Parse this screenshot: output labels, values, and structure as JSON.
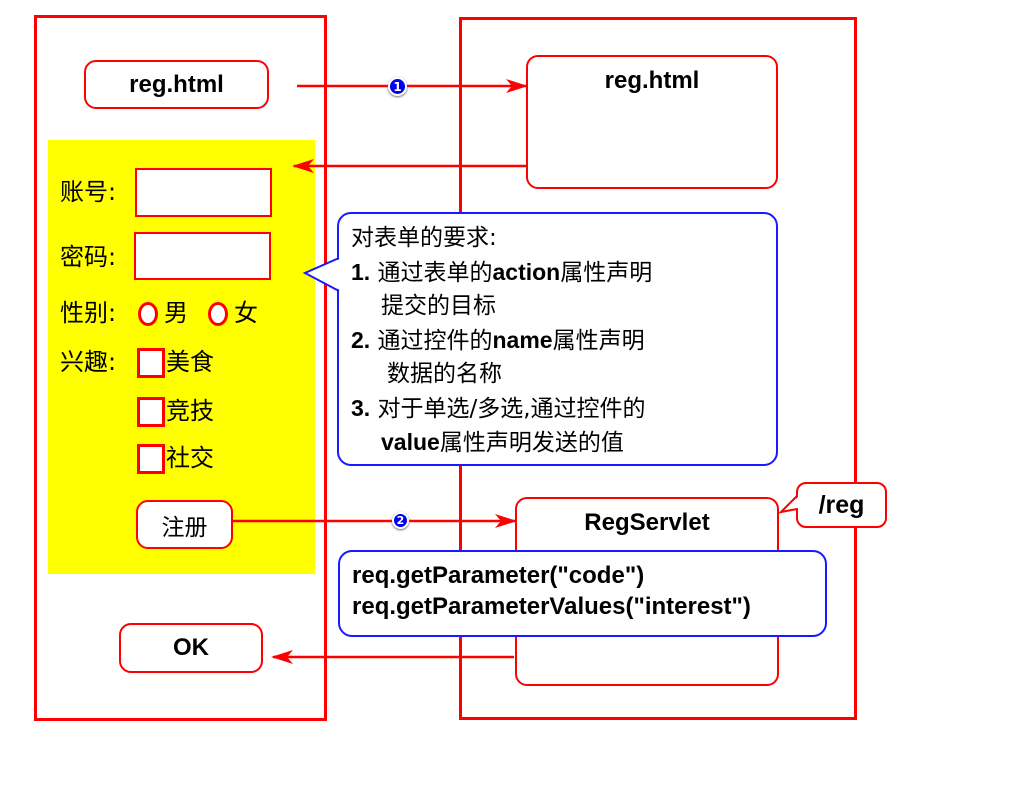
{
  "browser": {
    "link_label": "reg.html",
    "form": {
      "fields": [
        {
          "label": "账号:",
          "type": "text",
          "value": ""
        },
        {
          "label": "密码:",
          "type": "password",
          "value": ""
        }
      ],
      "gender": {
        "label": "性别:",
        "options": [
          "男",
          "女"
        ]
      },
      "interest": {
        "label": "兴趣:",
        "options": [
          "美食",
          "竞技",
          "社交"
        ]
      },
      "submit_label": "注册"
    },
    "result_label": "OK"
  },
  "server": {
    "page_label": "reg.html",
    "servlet_label": "RegServlet",
    "servlet_path": "/reg",
    "code_lines": [
      "req.getParameter(\"code\")",
      "req.getParameterValues(\"interest\")"
    ]
  },
  "steps": [
    "1",
    "2"
  ],
  "requirements_note": {
    "title": "对表单的要求:",
    "items": [
      {
        "num": "1.",
        "pre": "通过表单的",
        "keyword": "action",
        "post": "属性声明",
        "cont": "提交的目标"
      },
      {
        "num": "2.",
        "pre": "通过控件的",
        "keyword": "name",
        "post": "属性声明",
        "cont": "数据的名称"
      },
      {
        "num": "3.",
        "pre": "对于单选/多选,通过控件的",
        "keyword": "value",
        "post": "属性声明发送的值",
        "cont": ""
      }
    ]
  },
  "colors": {
    "frame": "#ff0000",
    "highlight": "#ffff00",
    "callout": "#1a1aff",
    "step_badge": "#0000ff"
  }
}
